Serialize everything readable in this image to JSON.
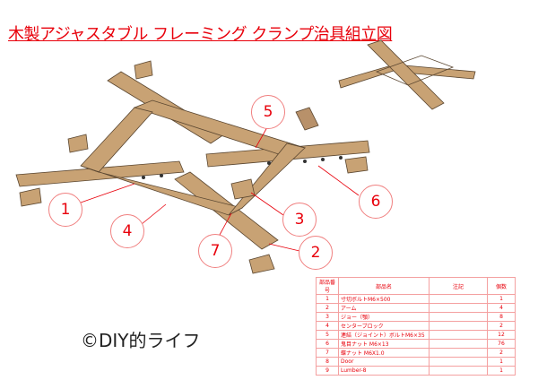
{
  "title": "木製アジャスタブル フレーミング クランプ治具組立図",
  "copyright": "©DIY的ライフ",
  "callouts": [
    "1",
    "2",
    "3",
    "4",
    "5",
    "6",
    "7"
  ],
  "parts_table": {
    "headers": [
      "部品番号",
      "部品名",
      "注記",
      "個数"
    ],
    "rows": [
      [
        "1",
        "寸切ボルトM6×500",
        "",
        "1"
      ],
      [
        "2",
        "アーム",
        "",
        "4"
      ],
      [
        "3",
        "ジョー（顎）",
        "",
        "8"
      ],
      [
        "4",
        "センターブロック",
        "",
        "2"
      ],
      [
        "5",
        "連結（ジョイント）ボルトM6×35",
        "",
        "12"
      ],
      [
        "6",
        "鬼目ナット M6×13",
        "",
        "76"
      ],
      [
        "7",
        "蝶ナット M6X1.0",
        "",
        "2"
      ],
      [
        "8",
        "Door",
        "",
        "1"
      ],
      [
        "9",
        "Lumber-8",
        "",
        "1"
      ]
    ]
  },
  "colors": {
    "accent": "#e8000b",
    "wood": "#c8a274",
    "wood_dark": "#9c7a52"
  }
}
